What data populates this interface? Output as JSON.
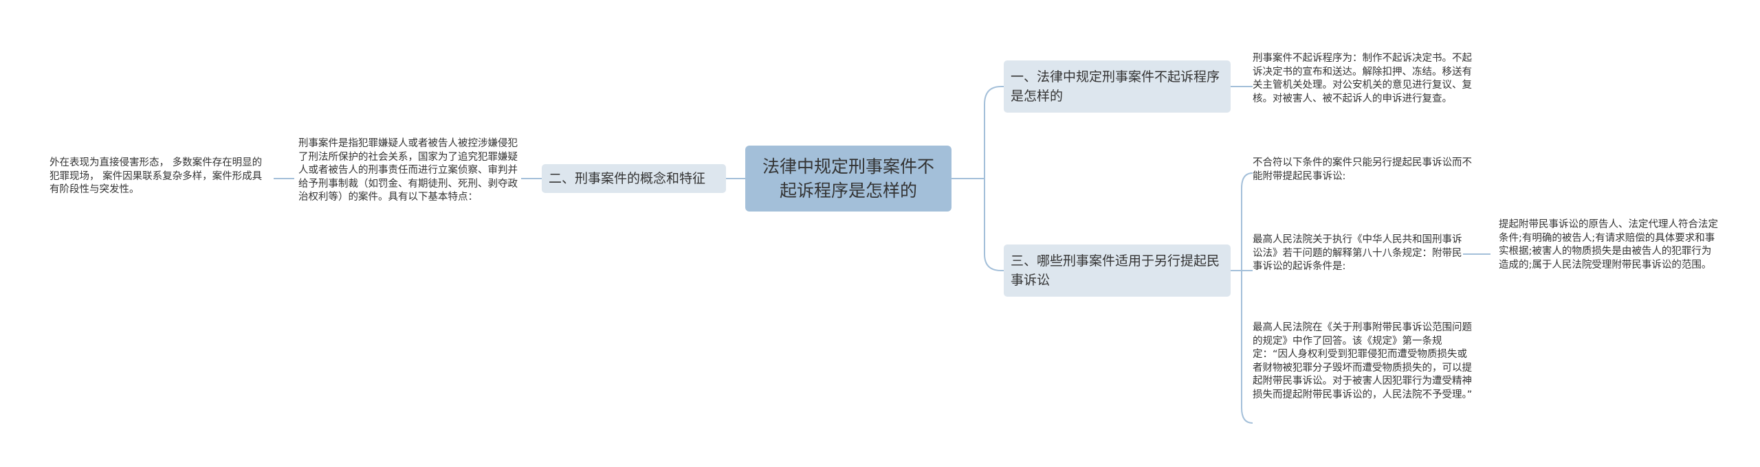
{
  "mindmap": {
    "root": {
      "text": "法律中规定刑事案件不起诉程序是怎样的"
    },
    "branch1": {
      "title": "一、法律中规定刑事案件不起诉程序是怎样的",
      "leaf": "刑事案件不起诉程序为：制作不起诉决定书。不起诉决定书的宣布和送达。解除扣押、冻结。移送有关主管机关处理。对公安机关的意见进行复议、复核。对被害人、被不起诉人的申诉进行复查。"
    },
    "branch2": {
      "title": "二、刑事案件的概念和特征",
      "leaf": "刑事案件是指犯罪嫌疑人或者被告人被控涉嫌侵犯了刑法所保护的社会关系，国家为了追究犯罪嫌疑人或者被告人的刑事责任而进行立案侦察、审判并给予刑事制裁（如罚金、有期徒刑、死刑、剥夺政治权利等）的案件。具有以下基本特点：",
      "subleaf": "外在表现为直接侵害形态， 多数案件存在明显的犯罪现场， 案件因果联系复杂多样，案件形成具有阶段性与突发性。"
    },
    "branch3": {
      "title": "三、哪些刑事案件适用于另行提起民事诉讼",
      "leaf1": "不合符以下条件的案件只能另行提起民事诉讼而不能附带提起民事诉讼:",
      "leaf2": "最高人民法院关于执行《中华人民共和国刑事诉讼法》若干问题的解释第八十八条规定：附带民事诉讼的起诉条件是:",
      "leaf2_child": "提起附带民事诉讼的原告人、法定代理人符合法定条件;有明确的被告人;有请求赔偿的具体要求和事实根据;被害人的物质损失是由被告人的犯罪行为造成的;属于人民法院受理附带民事诉讼的范围。",
      "leaf3": "最高人民法院在《关于刑事附带民事诉讼范围问题的规定》中作了回答。该《规定》第一条规定：“因人身权利受到犯罪侵犯而遭受物质损失或者财物被犯罪分子毁坏而遭受物质损失的，可以提起附带民事诉讼。对于被害人因犯罪行为遭受精神损失而提起附带民事诉讼的，人民法院不予受理。”"
    },
    "colors": {
      "root": "#a3bfd9",
      "branch": "#dde6ee",
      "line": "#a3bfd9"
    }
  }
}
